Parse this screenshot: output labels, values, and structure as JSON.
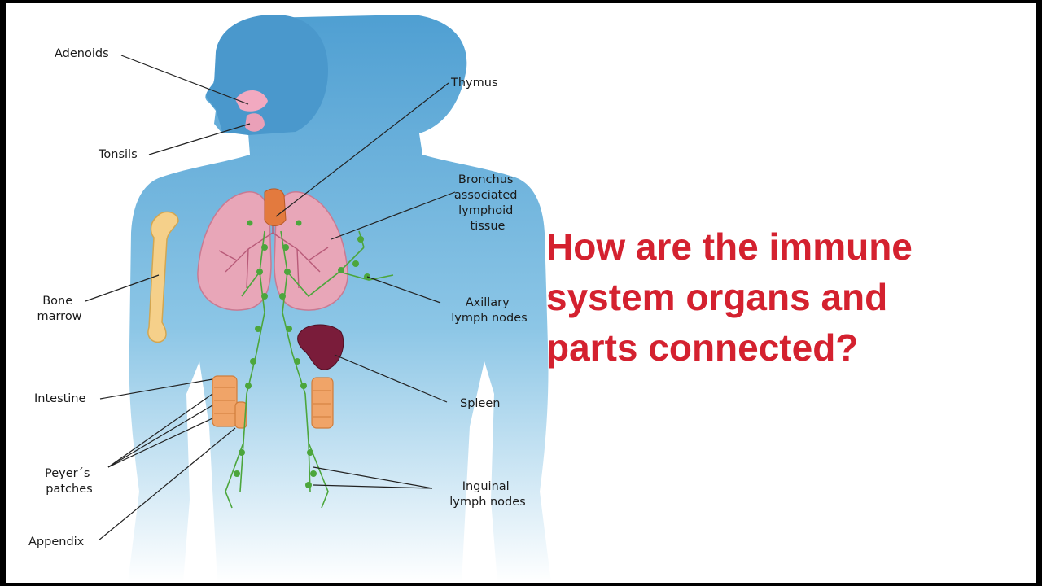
{
  "headline": {
    "lines": [
      "How are the immune",
      "system organs and",
      "parts connected?"
    ]
  },
  "labels": {
    "adenoids": [
      "Adenoids"
    ],
    "tonsils": [
      "Tonsils"
    ],
    "thymus": [
      "Thymus"
    ],
    "bronchus": [
      "Bronchus",
      "associated",
      "lymphoid",
      "tissue"
    ],
    "bone_marrow": [
      "Bone",
      "marrow"
    ],
    "axillary": [
      "Axillary",
      "lymph nodes"
    ],
    "intestine": [
      "Intestine"
    ],
    "spleen": [
      "Spleen"
    ],
    "peyers": [
      "Peyer´s",
      "patches"
    ],
    "inguinal": [
      "Inguinal",
      "lymph nodes"
    ],
    "appendix": [
      "Appendix"
    ]
  },
  "colors": {
    "headline": "#d4212f",
    "body": "#6fb6de",
    "lungs": "#e8a6b8",
    "lymph": "#4ca63c",
    "spleen": "#7a1c3a",
    "intestine": "#f0a468",
    "bone": "#f5d08a"
  }
}
